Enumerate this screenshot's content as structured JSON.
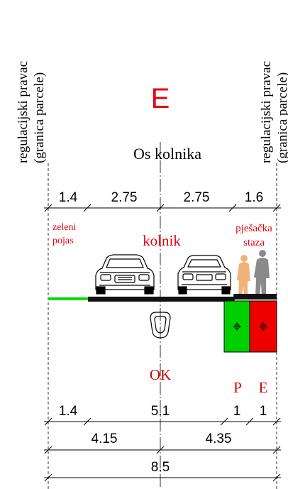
{
  "profile_label": "E",
  "axis_label": "Os kolnika",
  "left_boundary": {
    "line1": "regulacijski pravac",
    "line2": "(granica parcele)"
  },
  "right_boundary": {
    "line1": "regulacijski pravac",
    "line2": "(granica parcele)"
  },
  "zones": {
    "green_belt": {
      "line1": "zeleni",
      "line2": "pojas"
    },
    "roadway": "kolnik",
    "sidewalk": {
      "line1": "pješačka",
      "line2": "staza"
    }
  },
  "utility_labels": {
    "ok": "OK",
    "p": "P",
    "e": "E"
  },
  "top_dimensions": [
    "1.4",
    "2.75",
    "2.75",
    "1.6"
  ],
  "bottom_dimensions": {
    "row1": [
      "1.4",
      "5.1",
      "1",
      "1"
    ],
    "row2": [
      "4.15",
      "4.35"
    ],
    "row3": [
      "8.5"
    ]
  },
  "colors": {
    "profile_label": "#e8000b",
    "zone_labels": "#e8000b",
    "utility_labels": "#d40000",
    "green_belt_line": "#00e000",
    "utility_p": "#00d000",
    "utility_e": "#ee0000",
    "pedestrian_front": "#f1b27a",
    "pedestrian_back": "#8a8a8a"
  }
}
